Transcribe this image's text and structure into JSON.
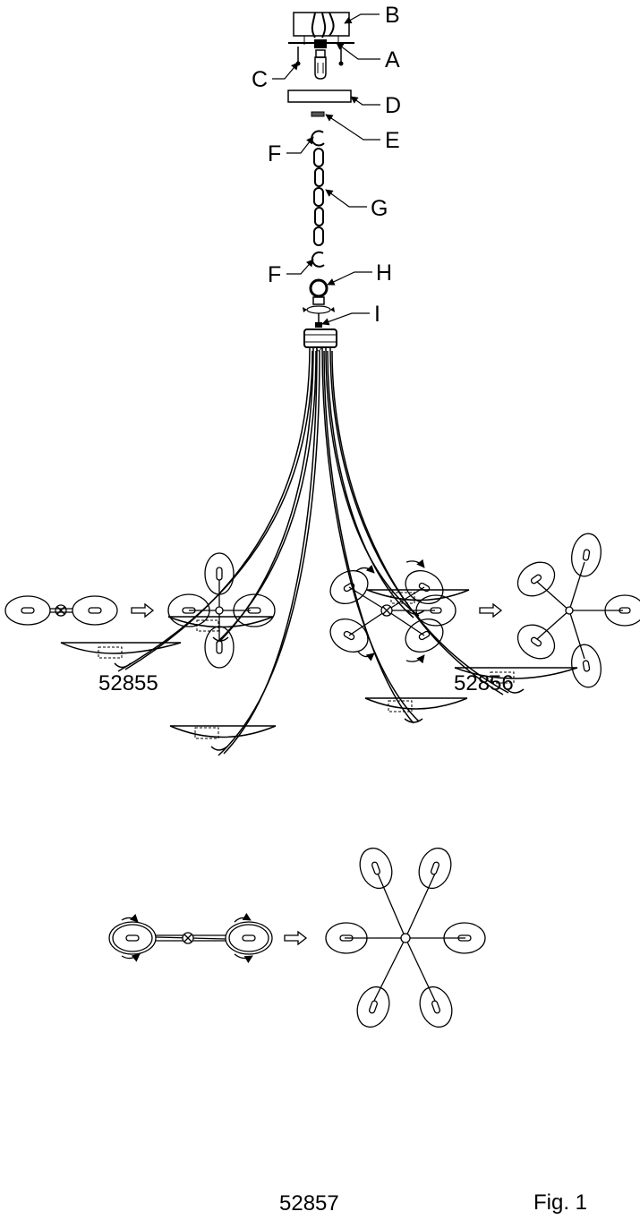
{
  "callouts": {
    "A": "A",
    "B": "B",
    "C": "C",
    "D": "D",
    "E": "E",
    "F_top": "F",
    "F_bottom": "F",
    "G": "G",
    "H": "H",
    "I": "I"
  },
  "models": {
    "m1": "52855",
    "m2": "52856",
    "m3": "52857"
  },
  "figure_label": "Fig. 1"
}
